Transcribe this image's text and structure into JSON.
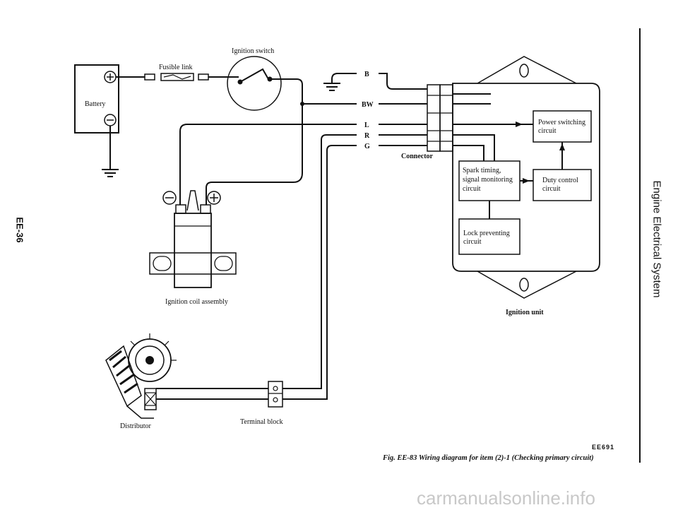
{
  "page": {
    "page_number": "EE-36",
    "section_title": "Engine Electrical System",
    "figure_code": "EE691",
    "caption": "Fig. EE-83  Wiring diagram for item (2)-1 (Checking primary circuit)",
    "watermark": "carmanualsonline.info"
  },
  "diagram": {
    "labels": {
      "battery": "Battery",
      "fusible_link": "Fusible link",
      "ignition_switch": "Ignition switch",
      "ignition_coil_assembly": "Ignition coil assembly",
      "distributor": "Distributor",
      "terminal_block": "Terminal block",
      "connector": "Connector",
      "ignition_unit": "Ignition unit"
    },
    "wire_codes": [
      "B",
      "BW",
      "L",
      "R",
      "G"
    ],
    "unit_blocks": {
      "power_switching_1": "Power switching",
      "power_switching_2": "circuit",
      "spark_timing_1": "Spark timing,",
      "spark_timing_2": "signal monitoring",
      "spark_timing_3": "circuit",
      "duty_control_1": "Duty control",
      "duty_control_2": "circuit",
      "lock_preventing_1": "Lock preventing",
      "lock_preventing_2": "circuit"
    }
  }
}
